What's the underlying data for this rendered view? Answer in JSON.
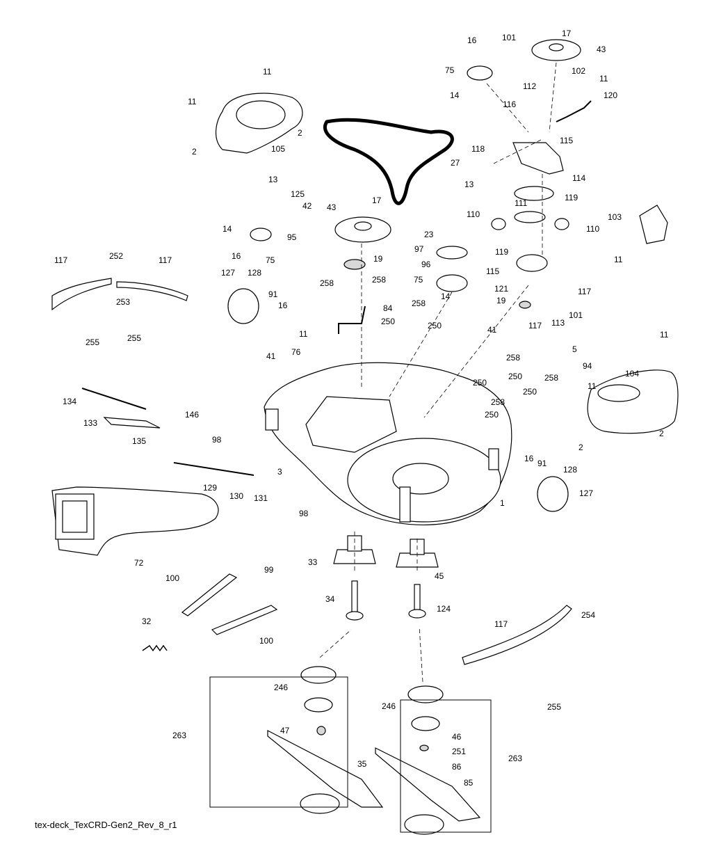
{
  "diagram_ref": "tex-deck_TexCRD-Gen2_Rev_8_r1",
  "callouts": [
    {
      "id": "c17a",
      "label": "17"
    },
    {
      "id": "c43a",
      "label": "43"
    },
    {
      "id": "c16a",
      "label": "16"
    },
    {
      "id": "c101a",
      "label": "101"
    },
    {
      "id": "c75a",
      "label": "75"
    },
    {
      "id": "c102",
      "label": "102"
    },
    {
      "id": "c112",
      "label": "112"
    },
    {
      "id": "c11a",
      "label": "11"
    },
    {
      "id": "c120",
      "label": "120"
    },
    {
      "id": "c14a",
      "label": "14"
    },
    {
      "id": "c116",
      "label": "116"
    },
    {
      "id": "c11b",
      "label": "11"
    },
    {
      "id": "c11c",
      "label": "11"
    },
    {
      "id": "c2a",
      "label": "2"
    },
    {
      "id": "c105",
      "label": "105"
    },
    {
      "id": "c2b",
      "label": "2"
    },
    {
      "id": "c27",
      "label": "27"
    },
    {
      "id": "c118",
      "label": "118"
    },
    {
      "id": "c115a",
      "label": "115"
    },
    {
      "id": "c114",
      "label": "114"
    },
    {
      "id": "c13a",
      "label": "13"
    },
    {
      "id": "c119a",
      "label": "119"
    },
    {
      "id": "c13b",
      "label": "13"
    },
    {
      "id": "c125",
      "label": "125"
    },
    {
      "id": "c42",
      "label": "42"
    },
    {
      "id": "c17b",
      "label": "17"
    },
    {
      "id": "c43b",
      "label": "43"
    },
    {
      "id": "c111",
      "label": "111"
    },
    {
      "id": "c110a",
      "label": "110"
    },
    {
      "id": "c110b",
      "label": "110"
    },
    {
      "id": "c103",
      "label": "103"
    },
    {
      "id": "c14b",
      "label": "14"
    },
    {
      "id": "c95",
      "label": "95"
    },
    {
      "id": "c23",
      "label": "23"
    },
    {
      "id": "c16b",
      "label": "16"
    },
    {
      "id": "c75b",
      "label": "75"
    },
    {
      "id": "c97",
      "label": "97"
    },
    {
      "id": "c119b",
      "label": "119"
    },
    {
      "id": "c11d",
      "label": "11"
    },
    {
      "id": "c117a",
      "label": "117"
    },
    {
      "id": "c252",
      "label": "252"
    },
    {
      "id": "c117b",
      "label": "117"
    },
    {
      "id": "c19a",
      "label": "19"
    },
    {
      "id": "c96",
      "label": "96"
    },
    {
      "id": "c127a",
      "label": "127"
    },
    {
      "id": "c128a",
      "label": "128"
    },
    {
      "id": "c75c",
      "label": "75"
    },
    {
      "id": "c115b",
      "label": "115"
    },
    {
      "id": "c258a",
      "label": "258"
    },
    {
      "id": "c258b",
      "label": "258"
    },
    {
      "id": "c121",
      "label": "121"
    },
    {
      "id": "c117c",
      "label": "117"
    },
    {
      "id": "c253",
      "label": "253"
    },
    {
      "id": "c91a",
      "label": "91"
    },
    {
      "id": "c14c",
      "label": "14"
    },
    {
      "id": "c258c",
      "label": "258"
    },
    {
      "id": "c19b",
      "label": "19"
    },
    {
      "id": "c16c",
      "label": "16"
    },
    {
      "id": "c84",
      "label": "84"
    },
    {
      "id": "c101b",
      "label": "101"
    },
    {
      "id": "c250a",
      "label": "250"
    },
    {
      "id": "c250b",
      "label": "250"
    },
    {
      "id": "c117d",
      "label": "117"
    },
    {
      "id": "c113",
      "label": "113"
    },
    {
      "id": "c255a",
      "label": "255"
    },
    {
      "id": "c255b",
      "label": "255"
    },
    {
      "id": "c11e",
      "label": "11"
    },
    {
      "id": "c41a",
      "label": "41"
    },
    {
      "id": "c11f",
      "label": "11"
    },
    {
      "id": "c76",
      "label": "76"
    },
    {
      "id": "c5",
      "label": "5"
    },
    {
      "id": "c41b",
      "label": "41"
    },
    {
      "id": "c258d",
      "label": "258"
    },
    {
      "id": "c94",
      "label": "94"
    },
    {
      "id": "c104",
      "label": "104"
    },
    {
      "id": "c250c",
      "label": "250"
    },
    {
      "id": "c250d",
      "label": "250"
    },
    {
      "id": "c258e",
      "label": "258"
    },
    {
      "id": "c11g",
      "label": "11"
    },
    {
      "id": "c134",
      "label": "134"
    },
    {
      "id": "c250e",
      "label": "250"
    },
    {
      "id": "c258f",
      "label": "258"
    },
    {
      "id": "c250f",
      "label": "250"
    },
    {
      "id": "c146",
      "label": "146"
    },
    {
      "id": "c133",
      "label": "133"
    },
    {
      "id": "c2c",
      "label": "2"
    },
    {
      "id": "c135",
      "label": "135"
    },
    {
      "id": "c98a",
      "label": "98"
    },
    {
      "id": "c2d",
      "label": "2"
    },
    {
      "id": "c16d",
      "label": "16"
    },
    {
      "id": "c91b",
      "label": "91"
    },
    {
      "id": "c128b",
      "label": "128"
    },
    {
      "id": "c3",
      "label": "3"
    },
    {
      "id": "c129",
      "label": "129"
    },
    {
      "id": "c130",
      "label": "130"
    },
    {
      "id": "c131",
      "label": "131"
    },
    {
      "id": "c127b",
      "label": "127"
    },
    {
      "id": "c1",
      "label": "1"
    },
    {
      "id": "c98b",
      "label": "98"
    },
    {
      "id": "c72",
      "label": "72"
    },
    {
      "id": "c33",
      "label": "33"
    },
    {
      "id": "c45",
      "label": "45"
    },
    {
      "id": "c100a",
      "label": "100"
    },
    {
      "id": "c99",
      "label": "99"
    },
    {
      "id": "c34",
      "label": "34"
    },
    {
      "id": "c124",
      "label": "124"
    },
    {
      "id": "c254",
      "label": "254"
    },
    {
      "id": "c32",
      "label": "32"
    },
    {
      "id": "c117e",
      "label": "117"
    },
    {
      "id": "c100b",
      "label": "100"
    },
    {
      "id": "c255c",
      "label": "255"
    },
    {
      "id": "c246a",
      "label": "246"
    },
    {
      "id": "c246b",
      "label": "246"
    },
    {
      "id": "c263a",
      "label": "263"
    },
    {
      "id": "c47",
      "label": "47"
    },
    {
      "id": "c46",
      "label": "46"
    },
    {
      "id": "c251",
      "label": "251"
    },
    {
      "id": "c263b",
      "label": "263"
    },
    {
      "id": "c35",
      "label": "35"
    },
    {
      "id": "c86",
      "label": "86"
    },
    {
      "id": "c85",
      "label": "85"
    }
  ]
}
